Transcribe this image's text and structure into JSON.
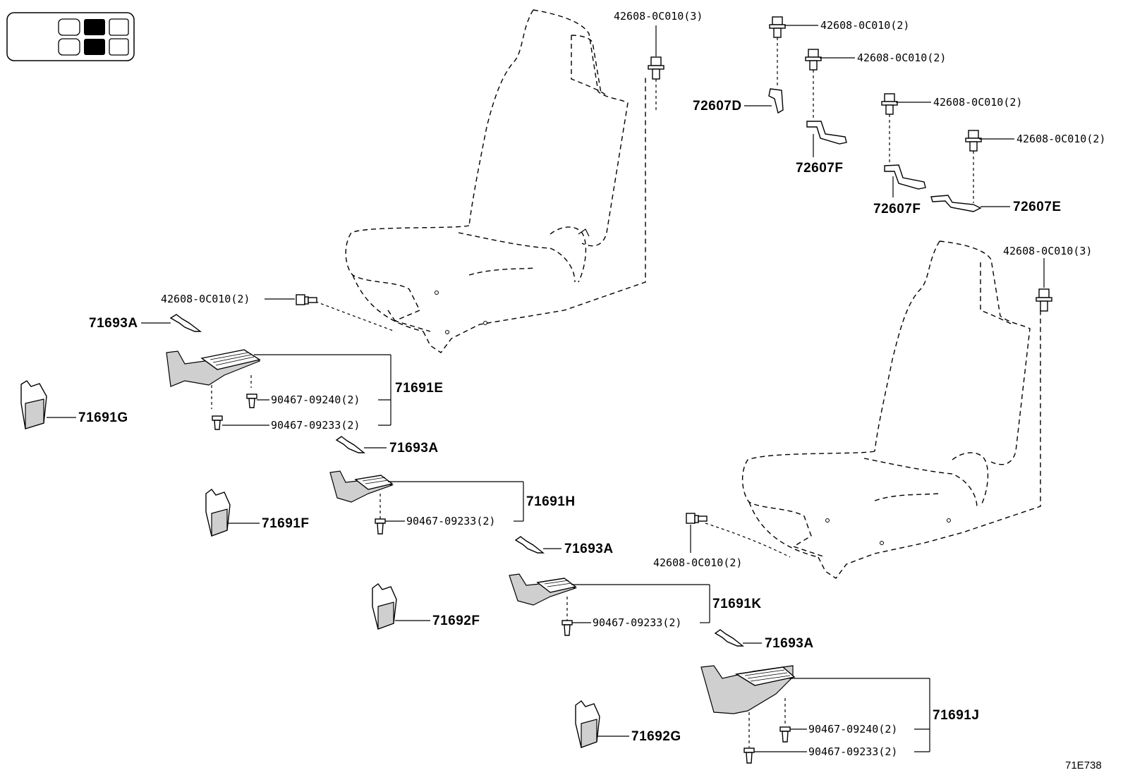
{
  "diagram_code": "71E738",
  "callouts": {
    "top_bolt_front_seat": "42608-0C010(3)",
    "bracket_d_bolt": "42608-0C010(2)",
    "bracket_f1_bolt": "42608-0C010(2)",
    "bracket_f2_bolt": "42608-0C010(2)",
    "bracket_e_bolt": "42608-0C010(2)",
    "bracket_d": "72607D",
    "bracket_f1": "72607F",
    "bracket_f2": "72607F",
    "bracket_e": "72607E",
    "rear_seat_top_bolt": "42608-0C010(3)",
    "front_seat_side_bolt": "42608-0C010(2)",
    "rear_seat_side_bolt": "42608-0C010(2)",
    "clip_a1": "71693A",
    "clip_a2": "71693A",
    "clip_a3": "71693A",
    "clip_a4": "71693A",
    "cover_e": "71691E",
    "cover_e_clip1": "90467-09240(2)",
    "cover_e_clip2": "90467-09233(2)",
    "cover_g": "71691G",
    "cover_h": "71691H",
    "cover_h_clip": "90467-09233(2)",
    "cover_f": "71691F",
    "cover_k": "71691K",
    "cover_k_clip": "90467-09233(2)",
    "cover_692f": "71692F",
    "cover_j": "71691J",
    "cover_j_clip1": "90467-09240(2)",
    "cover_j_clip2": "90467-09233(2)",
    "cover_692g": "71692G"
  }
}
